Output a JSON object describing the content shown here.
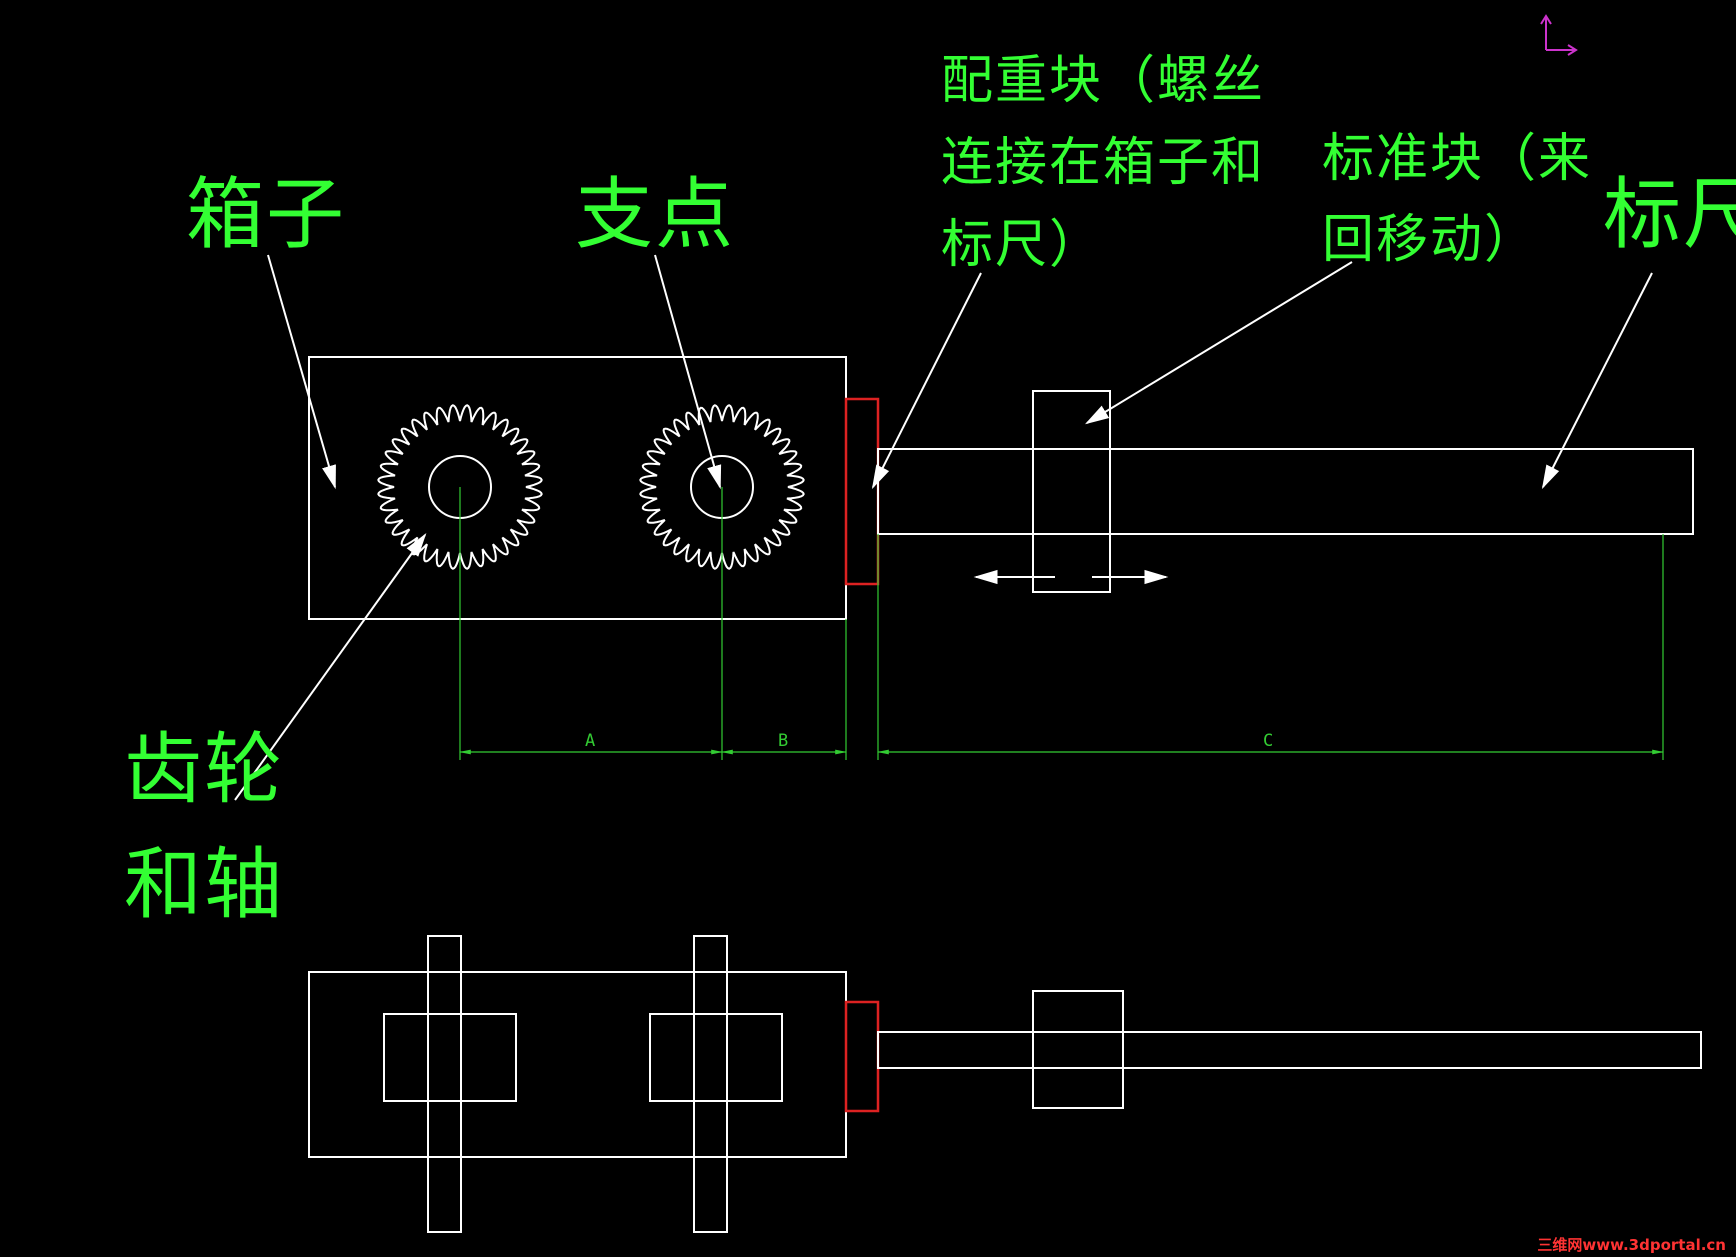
{
  "labels": {
    "box": "箱子",
    "fulcrum": "支点",
    "counterweight_1": "配重块（螺丝",
    "counterweight_2": "连接在箱子和",
    "counterweight_3": "标尺）",
    "standard_block_1": "标准块（来",
    "standard_block_2": "回移动）",
    "ruler": "标尺",
    "gear_1": "齿轮",
    "gear_2": "和轴"
  },
  "dimensions": {
    "a": "A",
    "b": "B",
    "c": "C"
  },
  "watermark": "三维网www.3dportal.cn",
  "colors": {
    "background": "#000000",
    "outline": "#ffffff",
    "annotation_text": "#33ff33",
    "dimension": "#33cc33",
    "counterweight": "#dd2222",
    "ucs_icon": "#cc33cc"
  }
}
